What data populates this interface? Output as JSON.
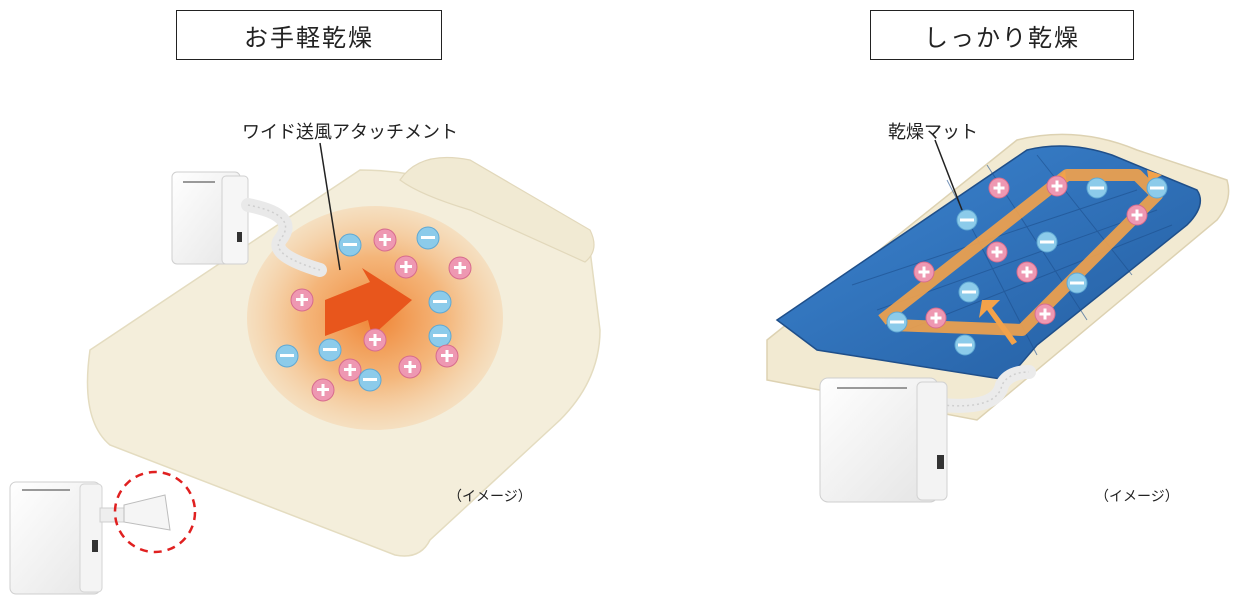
{
  "left": {
    "title": "お手軽乾燥",
    "callout": "ワイド送風アタッチメント",
    "caption": "（イメージ）"
  },
  "right": {
    "title": "しっかり乾燥",
    "callout": "乾燥マット",
    "caption": "（イメージ）"
  },
  "colors": {
    "plus_ion": "#e98aa8",
    "minus_ion": "#7fc1e3",
    "warm_air": "#f07a28",
    "mat_blue": "#2f74c0",
    "futon": "#f3ecd6",
    "dashed_circle": "#e02020"
  }
}
